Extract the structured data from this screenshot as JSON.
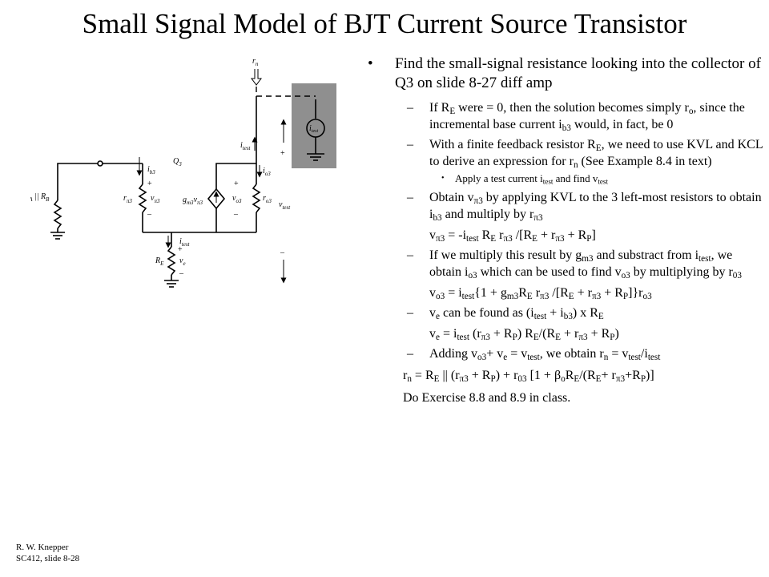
{
  "title": "Small Signal Model of BJT Current Source Transistor",
  "bullet": {
    "text": "Find the small-signal resistance looking into the collector of Q3 on slide 8-27 diff amp"
  },
  "items": {
    "i1_a": "If R",
    "i1_b": "E",
    "i1_c": " were = 0, then the solution becomes simply r",
    "i1_d": "o",
    "i1_e": ", since the incremental base current i",
    "i1_f": "b3",
    "i1_g": " would, in fact, be 0",
    "i2_a": "With a finite feedback resistor R",
    "i2_b": "E",
    "i2_c": ", we need to use KVL and KCL to derive an expression for r",
    "i2_d": "n",
    "i2_e": " (See Example 8.4 in text)",
    "s1_a": "Apply a test current i",
    "s1_b": "test",
    "s1_c": " and find v",
    "s1_d": "test",
    "i3_a": "Obtain v",
    "i3_b": "π3",
    "i3_c": " by applying KVL to the 3 left-most resistors to obtain i",
    "i3_d": "b3",
    "i3_e": " and multiply by r",
    "i3_f": "π3",
    "e1": [
      "v",
      "π3",
      " = -i",
      "test",
      " R",
      "E",
      " r",
      "π3",
      " /[R",
      "E",
      " + r",
      "π3",
      " + R",
      "P",
      "]"
    ],
    "i4_a": "If we multiply this result by g",
    "i4_b": "m3",
    "i4_c": " and substract from i",
    "i4_d": "test",
    "i4_e": ", we obtain i",
    "i4_f": "o3",
    "i4_g": " which can be used to find v",
    "i4_h": "o3",
    "i4_i": " by multiplying by r",
    "i4_j": "03",
    "e2": [
      "v",
      "o3",
      " = i",
      "test",
      "{1 + g",
      "m3",
      "R",
      "E",
      " r",
      "π3",
      " /[R",
      "E",
      " + r",
      "π3",
      " + R",
      "P",
      "]}r",
      "o3"
    ],
    "i5_a": "v",
    "i5_b": "e",
    "i5_c": " can be found as (i",
    "i5_d": "test",
    "i5_e": " + i",
    "i5_f": "b3",
    "i5_g": ") x R",
    "i5_h": "E",
    "e3": [
      "v",
      "e",
      " = i",
      "test",
      " (r",
      "π3",
      " + R",
      "P",
      ") R",
      "E",
      "/(R",
      "E",
      " + r",
      "π3",
      " + R",
      "P",
      ")"
    ],
    "i6_a": "Adding v",
    "i6_b": "o3",
    "i6_c": "+ v",
    "i6_d": "e",
    "i6_e": " = v",
    "i6_f": "test",
    "i6_g": ", we obtain r",
    "i6_h": "n",
    "i6_i": " = v",
    "i6_j": "test",
    "i6_k": "/i",
    "i6_l": "test",
    "e4": [
      "r",
      "n",
      " = R",
      "E",
      " || (r",
      "π3",
      " + R",
      "P",
      ") + r",
      "03",
      " [1 + β",
      "o",
      "R",
      "E",
      "/(R",
      "E",
      "+ r",
      "π3",
      "+R",
      "P",
      ")]"
    ],
    "final": "Do Exercise 8.8 and 8.9 in class."
  },
  "markers": {
    "bullet": "•",
    "dash": "–",
    "sub_bullet": "•"
  },
  "circuit": {
    "rn": "r",
    "rn_sub": "n",
    "itest": "i",
    "itest_sub": "test",
    "ib3": "i",
    "ib3_sub": "b3",
    "io3": "i",
    "io3_sub": "o3",
    "q3": "Q",
    "q3_sub": "3",
    "rpi3": "r",
    "rpi3_sub": "π3",
    "vpi3": "v",
    "vpi3_sub": "π3",
    "gm": "g",
    "gm_sub": "m3",
    "gm_v": "v",
    "gm_v_sub": "π3",
    "vo3": "v",
    "vo3_sub": "o3",
    "ro3": "r",
    "ro3_sub": "o3",
    "vtest": "v",
    "vtest_sub": "test",
    "rp_label": "R",
    "rp_label_sub": "P",
    "rp_eq": " = R",
    "rp_a_sub": "A",
    "rp_par": " || R",
    "rp_b_sub": "B",
    "re": "R",
    "re_sub": "E",
    "ve": "v",
    "ve_sub": "e",
    "plus": "+",
    "minus": "–"
  },
  "footer": {
    "line1": "R. W. Knepper",
    "line2": "SC412, slide 8-28"
  }
}
